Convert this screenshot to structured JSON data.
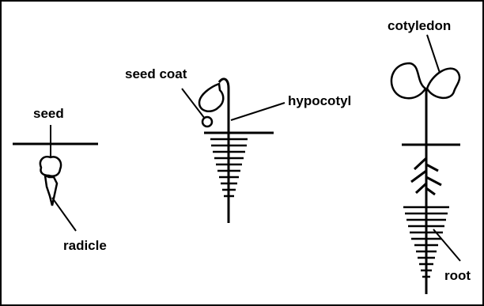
{
  "diagram": {
    "stage_1": {
      "seed_label": "seed",
      "radicle_label": "radicle"
    },
    "stage_2": {
      "seed_coat_label": "seed coat",
      "hypocotyl_label": "hypocotyl"
    },
    "stage_3": {
      "cotyledon_label": "cotyledon",
      "root_label": "root"
    }
  },
  "colors": {
    "ink": "#000000",
    "background": "#ffffff"
  }
}
